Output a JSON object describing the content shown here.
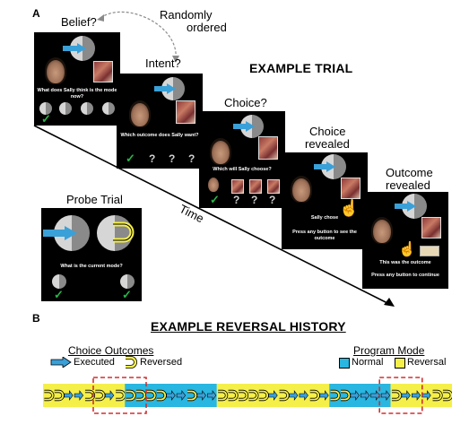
{
  "panel_a": {
    "letter": "A",
    "belief_label": "Belief?",
    "randomly_ordered": [
      "Randomly",
      "ordered"
    ],
    "intent_label": "Intent?",
    "example_trial_title": "EXAMPLE TRIAL",
    "choice_label": "Choice?",
    "choice_revealed_label": [
      "Choice",
      "revealed"
    ],
    "outcome_revealed_label": [
      "Outcome",
      "revealed"
    ],
    "time_label": "Time",
    "probe_trial_label": "Probe Trial",
    "screens": {
      "belief_prompt": "What does Sally think is the mode now?",
      "intent_prompt": "Which outcome does Sally want?",
      "choice_prompt": "Which will Sally choose?",
      "choice_revealed_text": "Sally chose",
      "choice_revealed_instruction": "Press any button to see the outcome",
      "outcome_text": "This was the outcome",
      "outcome_instruction": "Press any button to continue",
      "probe_prompt": "What is the current mode?",
      "response_unknown": "?"
    }
  },
  "panel_b": {
    "letter": "B",
    "title": "EXAMPLE REVERSAL HISTORY",
    "choice_outcomes_title": "Choice Outcomes",
    "executed_label": "Executed",
    "reversed_label": "Reversed",
    "program_mode_title": "Program Mode",
    "normal_label": "Normal",
    "reversal_label": "Reversal",
    "colors": {
      "normal": "#29b6e0",
      "reversal": "#f5ef4a",
      "executed_arrow": "#3aa0d8",
      "highlight_box": "#d32f2f",
      "check": "#27b54a"
    },
    "history": [
      {
        "mode": "reversal",
        "outcomes": [
          "R",
          "R",
          "E",
          "E",
          "R",
          "R",
          "E",
          "R"
        ]
      },
      {
        "mode": "normal",
        "outcomes": [
          "R",
          "R",
          "R",
          "R",
          "E",
          "E",
          "R",
          "E",
          "E"
        ]
      },
      {
        "mode": "reversal",
        "outcomes": [
          "R",
          "R",
          "R",
          "R",
          "R",
          "E",
          "R",
          "E",
          "E",
          "R",
          "E"
        ]
      },
      {
        "mode": "normal",
        "outcomes": [
          "R",
          "R",
          "E",
          "E",
          "E",
          "E"
        ]
      },
      {
        "mode": "reversal",
        "outcomes": [
          "R",
          "E",
          "E",
          "E",
          "R",
          "R"
        ]
      }
    ]
  }
}
